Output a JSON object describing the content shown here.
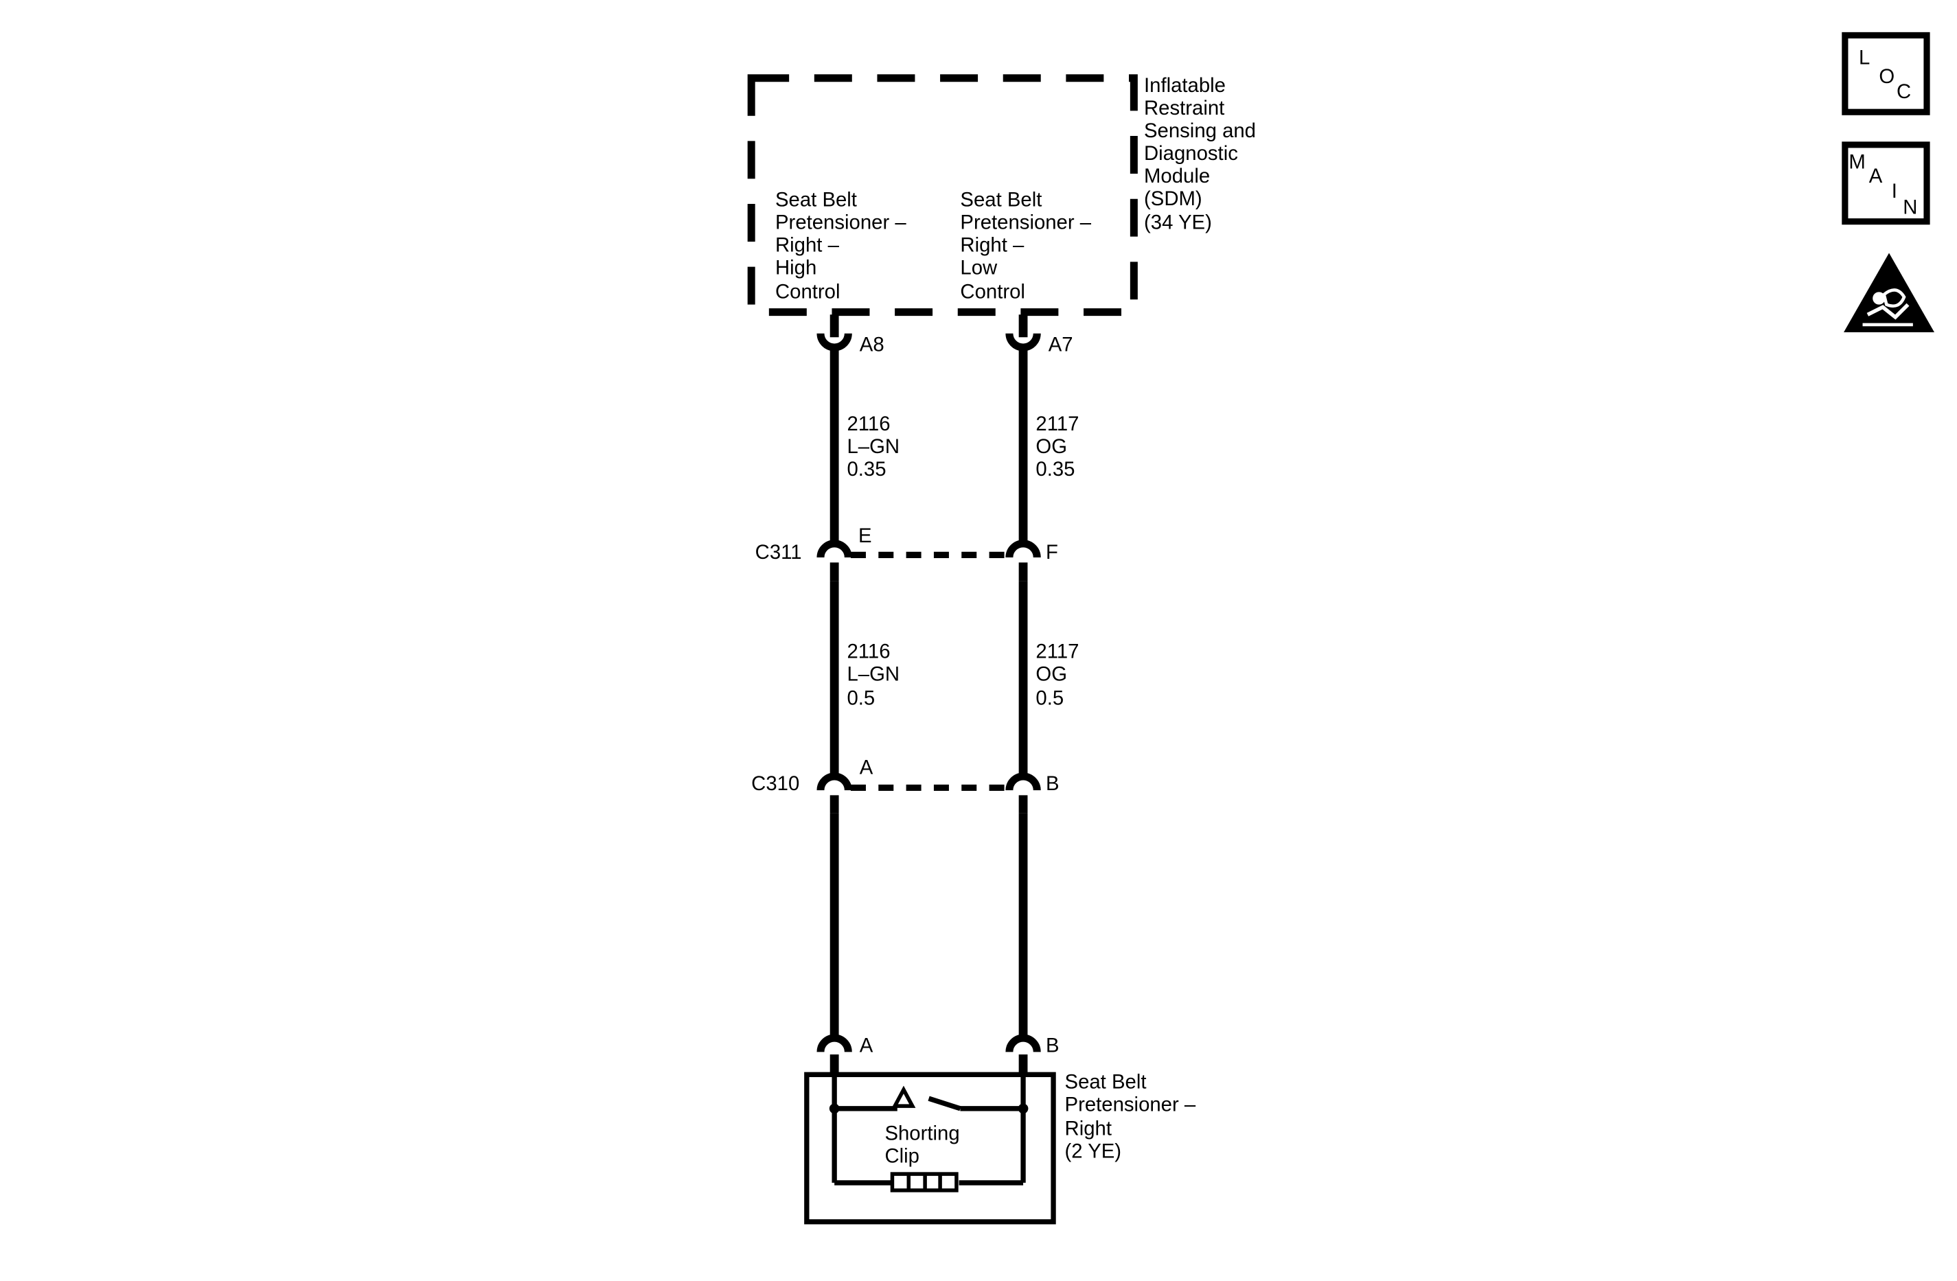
{
  "sdm": {
    "name_lines": [
      "Inflatable",
      "Restraint",
      "Sensing and",
      "Diagnostic",
      "Module",
      "(SDM)",
      "(34 YE)"
    ],
    "circuit_left_lines": [
      "Seat Belt",
      "Pretensioner –",
      "Right –",
      "High",
      "Control"
    ],
    "circuit_right_lines": [
      "Seat Belt",
      "Pretensioner –",
      "Right –",
      "Low",
      "Control"
    ],
    "pin_left": "A8",
    "pin_right": "A7"
  },
  "wires_upper": {
    "left": [
      "2116",
      "L–GN",
      "0.35"
    ],
    "right": [
      "2117",
      "OG",
      "0.35"
    ]
  },
  "connector_c311": {
    "name": "C311",
    "pin_left": "E",
    "pin_right": "F"
  },
  "wires_middle": {
    "left": [
      "2116",
      "L–GN",
      "0.5"
    ],
    "right": [
      "2117",
      "OG",
      "0.5"
    ]
  },
  "connector_c310": {
    "name": "C310",
    "pin_left": "A",
    "pin_right": "B"
  },
  "pretensioner": {
    "pin_left": "A",
    "pin_right": "B",
    "name_lines": [
      "Seat Belt",
      "Pretensioner –",
      "Right",
      "(2 YE)"
    ],
    "clip_lines": [
      "Shorting",
      "Clip"
    ]
  },
  "nav": {
    "loc_letters": [
      "L",
      "O",
      "C"
    ],
    "main_letters": [
      "M",
      "A",
      "I",
      "N"
    ]
  },
  "icons": [
    "loc-icon",
    "main-icon",
    "airbag-warning-icon"
  ]
}
